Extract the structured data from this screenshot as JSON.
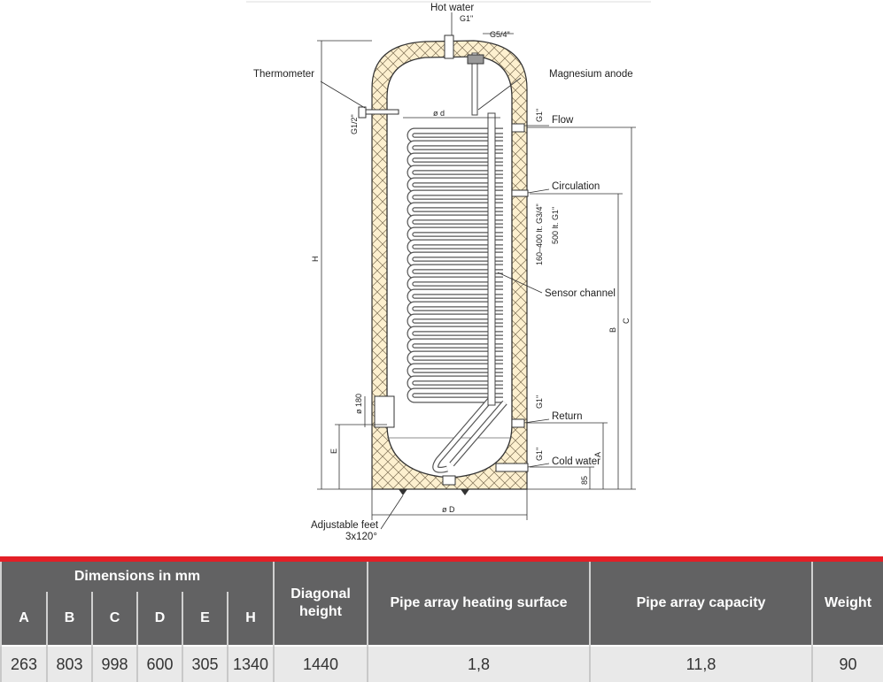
{
  "diagram": {
    "labels": {
      "hot_water": "Hot water",
      "hot_water_size": "G1\"",
      "top_port_size": "G5/4\"",
      "thermometer": "Thermometer",
      "thermometer_size": "G1/2\"",
      "magnesium_anode": "Magnesium anode",
      "flow": "Flow",
      "flow_size": "G1\"",
      "inner_diameter": "ø d",
      "circulation": "Circulation",
      "circulation_size_1": "160–400 lt. G3/4\"",
      "circulation_size_2": "500 lt. G1\"",
      "sensor_channel": "Sensor channel",
      "return": "Return",
      "return_size": "G1\"",
      "cold_water": "Cold water",
      "cold_water_size": "G1\"",
      "flange_diameter": "ø 180",
      "height_85": "85",
      "outer_diameter": "ø D",
      "adjustable_feet": "Adjustable feet",
      "feet_spec": "3x120°",
      "dim_H": "H",
      "dim_E": "E",
      "dim_B": "B",
      "dim_C": "C",
      "dim_A": "A"
    }
  },
  "table": {
    "group_header": "Dimensions in mm",
    "dim_columns": [
      "A",
      "B",
      "C",
      "D",
      "E",
      "H"
    ],
    "diagonal_header": "Diagonal height",
    "heating_header": "Pipe array heating surface",
    "capacity_header": "Pipe array capacity",
    "weight_header": "Weight",
    "row": {
      "A": "263",
      "B": "803",
      "C": "998",
      "D": "600",
      "E": "305",
      "H": "1340",
      "diagonal": "1440",
      "heating": "1,8",
      "capacity": "11,8",
      "weight": "90"
    }
  },
  "colors": {
    "insulation": "#fdf0cf",
    "header_bg": "#626263",
    "accent_red": "#e31f26",
    "row_bg": "#e9e9e9"
  }
}
